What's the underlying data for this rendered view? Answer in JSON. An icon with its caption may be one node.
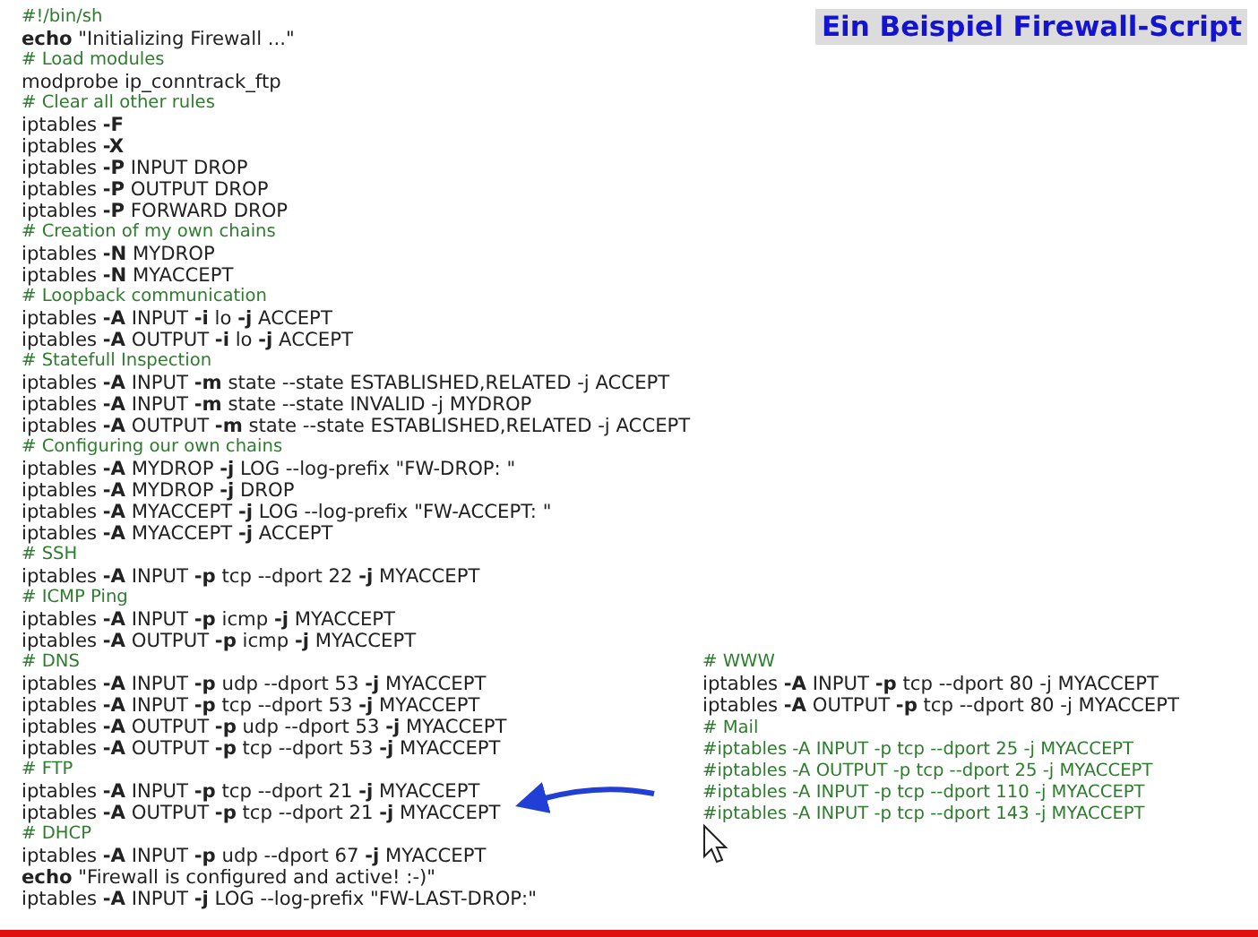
{
  "diagram": {
    "title": "Ein Beispiel Firewall-Script",
    "labels": [
      "#!/bin/sh",
      "**echo** \"Initializing Firewall ...\"",
      "# Load modules",
      "modprobe ip_conntrack_ftp",
      "# Clear all other rules",
      "iptables **-F**",
      "iptables **-X**",
      "iptables **-P** INPUT DROP",
      "iptables **-P** OUTPUT DROP",
      "iptables **-P** FORWARD DROP",
      "# Creation of my own chains",
      "iptables **-N** MYDROP",
      "iptables **-N** MYACCEPT",
      "# Loopback communication",
      "iptables **-A** INPUT **-i** lo **-j** ACCEPT",
      "iptables **-A** OUTPUT **-i** lo **-j** ACCEPT",
      "# Statefull Inspection",
      "iptables **-A** INPUT **-m** state --state ESTABLISHED,RELATED -j ACCEPT",
      "iptables **-A** INPUT **-m** state --state INVALID -j MYDROP",
      "iptables **-A** OUTPUT **-m** state --state ESTABLISHED,RELATED -j ACCEPT",
      "# Configuring our own chains",
      "iptables **-A** MYDROP **-j** LOG --log-prefix \"FW-DROP: \"",
      "iptables **-A** MYDROP **-j** DROP",
      "iptables **-A** MYACCEPT **-j** LOG --log-prefix \"FW-ACCEPT: \"",
      "iptables **-A** MYACCEPT **-j** ACCEPT",
      "# SSH",
      "iptables **-A** INPUT **-p** tcp --dport 22 **-j** MYACCEPT",
      "# ICMP Ping",
      "iptables **-A** INPUT **-p** icmp **-j** MYACCEPT",
      "iptables **-A** OUTPUT **-p** icmp **-j** MYACCEPT",
      "# DNS",
      "iptables **-A** INPUT **-p** udp --dport 53 **-j** MYACCEPT",
      "iptables **-A** INPUT **-p** tcp --dport 53 **-j** MYACCEPT",
      "iptables **-A** OUTPUT **-p** udp --dport 53 **-j** MYACCEPT",
      "iptables **-A** OUTPUT **-p** tcp --dport 53 **-j** MYACCEPT",
      "# FTP",
      "iptables **-A** INPUT **-p** tcp --dport 21 **-j** MYACCEPT",
      "iptables **-A** OUTPUT **-p** tcp --dport 21 **-j** MYACCEPT",
      "# DHCP",
      "iptables **-A** INPUT **-p** udp --dport 67 **-j** MYACCEPT",
      "**echo** \"Firewall is configured and active! :-)\"",
      "iptables **-A** INPUT **-j** LOG --log-prefix \"FW-LAST-DROP:\"",
      "# WWW",
      "iptables **-A** INPUT **-p** tcp --dport 80 -j MYACCEPT",
      "iptables **-A** OUTPUT **-p** tcp --dport 80 -j MYACCEPT",
      "# Mail",
      "#iptables -A INPUT -p tcp --dport 25 -j MYACCEPT",
      "#iptables -A OUTPUT -p tcp --dport 25 -j MYACCEPT",
      "#iptables -A INPUT -p tcp --dport 110 -j MYACCEPT",
      "#iptables -A INPUT -p tcp --dport 143 -j MYACCEPT"
    ]
  }
}
